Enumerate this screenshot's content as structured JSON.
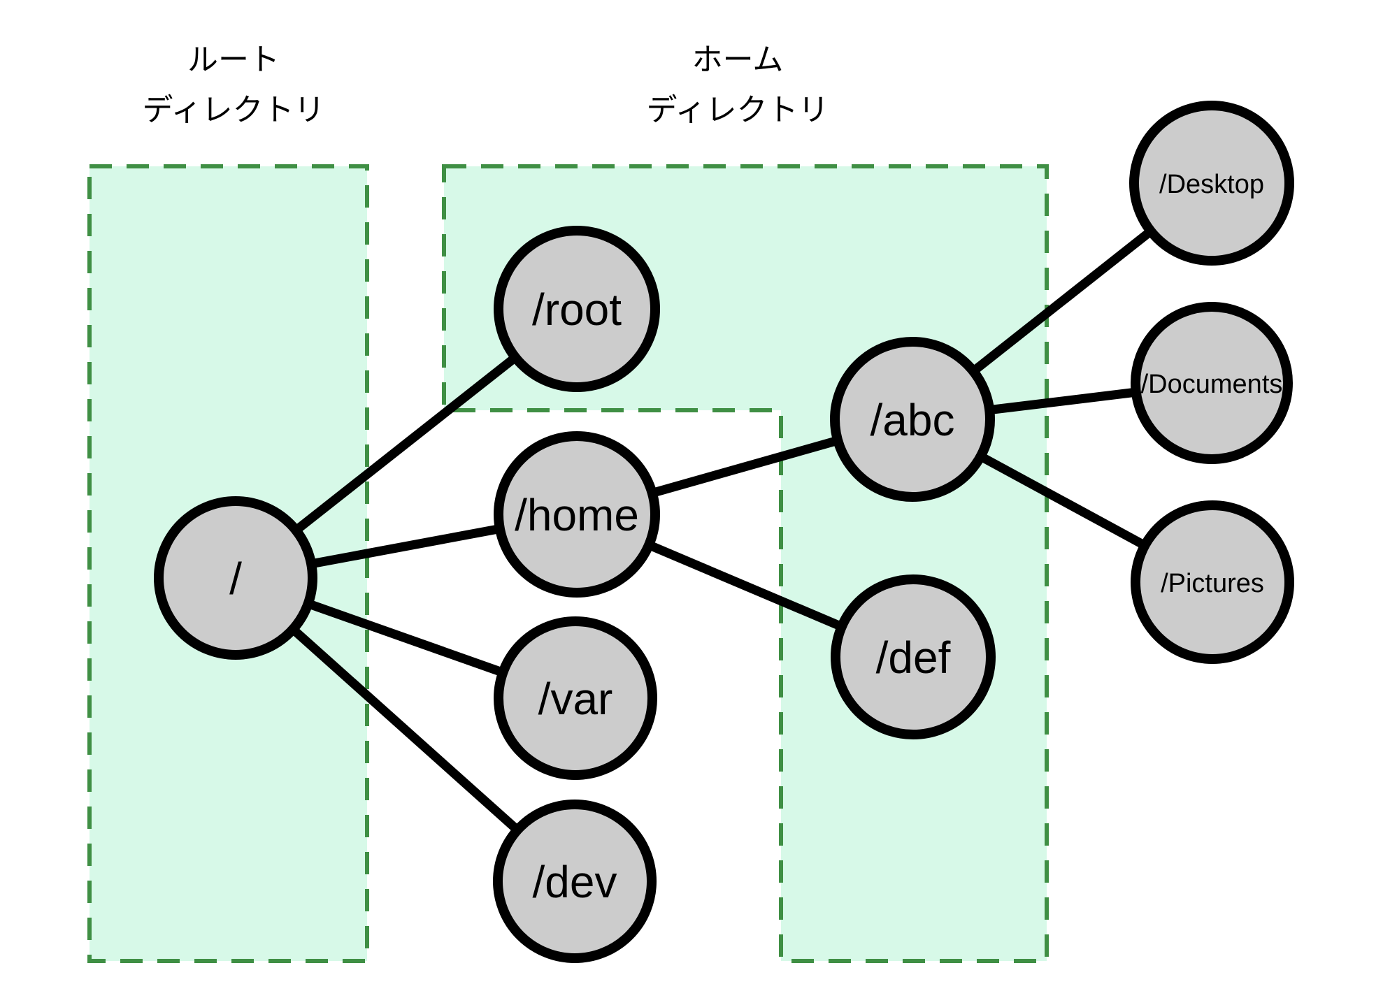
{
  "regions": {
    "root": {
      "label_line1": "ルート",
      "label_line2": "ディレクトリ"
    },
    "home": {
      "label_line1": "ホーム",
      "label_line2": "ディレクトリ"
    }
  },
  "nodes": [
    {
      "id": "slash",
      "label": "/"
    },
    {
      "id": "root",
      "label": "/root"
    },
    {
      "id": "home",
      "label": "/home"
    },
    {
      "id": "var",
      "label": "/var"
    },
    {
      "id": "dev",
      "label": "/dev"
    },
    {
      "id": "abc",
      "label": "/abc"
    },
    {
      "id": "def",
      "label": "/def"
    },
    {
      "id": "desktop",
      "label": "/Desktop"
    },
    {
      "id": "documents",
      "label": "/Documents"
    },
    {
      "id": "pictures",
      "label": "/Pictures"
    }
  ],
  "edges": [
    {
      "from": "/",
      "to": "/root"
    },
    {
      "from": "/",
      "to": "/home"
    },
    {
      "from": "/",
      "to": "/var"
    },
    {
      "from": "/",
      "to": "/dev"
    },
    {
      "from": "/home",
      "to": "/abc"
    },
    {
      "from": "/home",
      "to": "/def"
    },
    {
      "from": "/abc",
      "to": "/Desktop"
    },
    {
      "from": "/abc",
      "to": "/Documents"
    },
    {
      "from": "/abc",
      "to": "/Pictures"
    }
  ],
  "colors": {
    "background": "#ffffff",
    "region_fill": "#d7f9e8",
    "region_border": "#3f8f44",
    "node_fill": "#cccccc",
    "node_border": "#000000",
    "edge": "#000000",
    "text": "#000000"
  }
}
